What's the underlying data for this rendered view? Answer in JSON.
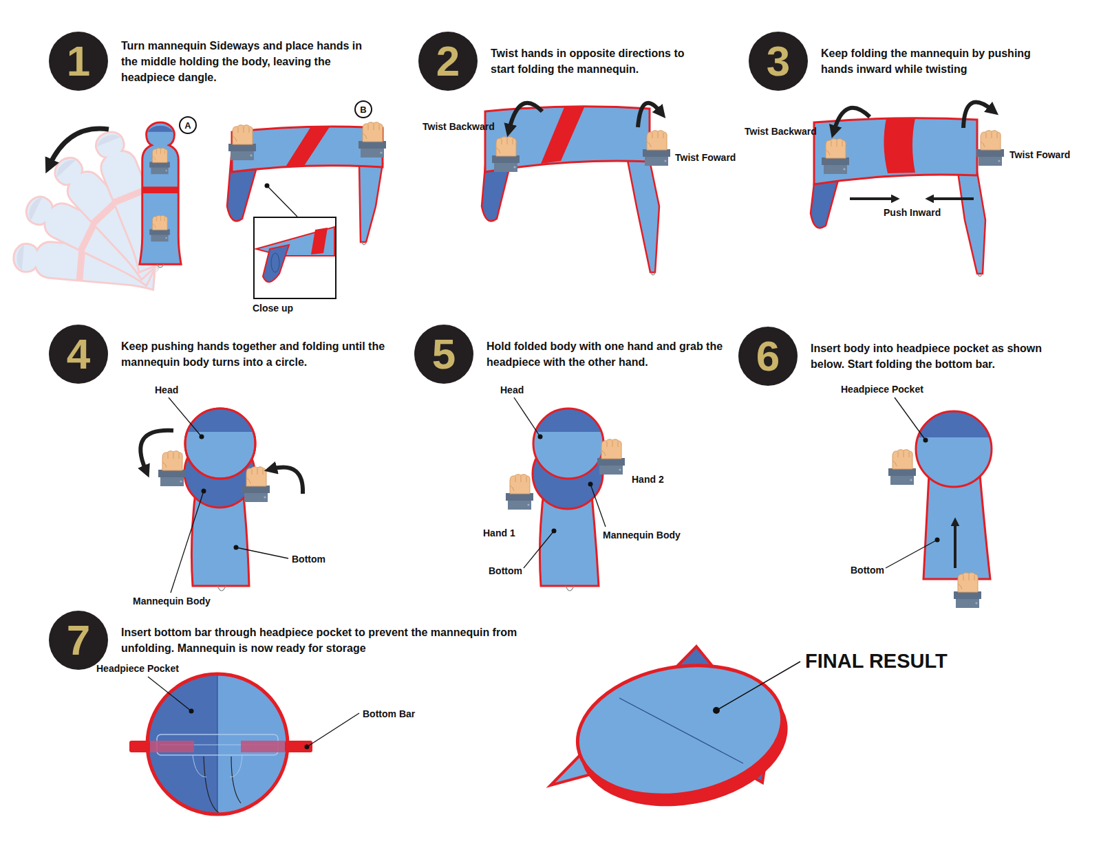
{
  "diagram": {
    "nodes": [
      {
        "text": [
          "1",
          "Turn mannequin Sideways and place hands in the middle holding the body, leaving the headpiece dangle."
        ]
      },
      {
        "text": [
          "A"
        ]
      },
      {
        "text": [
          "B"
        ]
      },
      {
        "text": [
          "2",
          "Twist hands in opposite directions to start folding the mannequin."
        ]
      },
      {
        "text": [
          "3",
          "Keep folding the mannequin by pushing hands inward while twisting"
        ]
      },
      {
        "text": [
          "4",
          "Keep pushing hands together and folding until the mannequin body turns into a circle."
        ]
      },
      {
        "text": [
          "5",
          "Hold folded body with one hand and grab the headpiece with the other hand."
        ]
      },
      {
        "text": [
          "6",
          "Insert body into headpiece pocket as shown below. Start folding the bottom bar."
        ]
      },
      {
        "text": [
          "7",
          "Insert bottom bar through headpiece pocket to prevent the mannequin from unfolding. Mannequin is now ready for storage"
        ]
      }
    ],
    "labels": [
      "Close up",
      "Twist Backward",
      "Twist Foward",
      "Twist Backward",
      "Twist Foward",
      "Push Inward",
      "Head",
      "Bottom",
      "Mannequin Body",
      "Head",
      "Hand 2",
      "Hand 1",
      "Mannequin Body",
      "Bottom",
      "Headpiece Pocket",
      "Bottom",
      "Headpiece Pocket",
      "Bottom Bar",
      "FINAL RESULT"
    ]
  }
}
